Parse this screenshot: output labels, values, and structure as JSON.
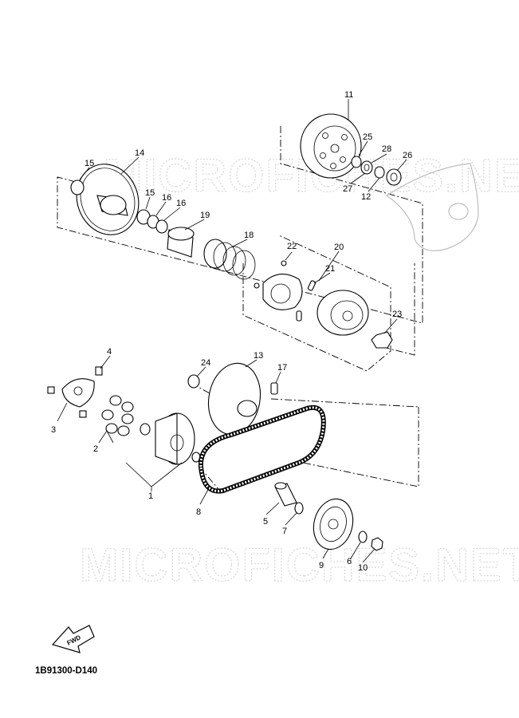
{
  "watermark": "MICROFICHES.NET",
  "diagram_code": "1B91300-D140",
  "fwd_label": "FWD",
  "callouts": {
    "p1": "1",
    "p2": "2",
    "p3": "3",
    "p4": "4",
    "p5": "5",
    "p6": "6",
    "p7": "7",
    "p8": "8",
    "p9": "9",
    "p10": "10",
    "p11": "11",
    "p12": "12",
    "p13": "13",
    "p14": "14",
    "p15a": "15",
    "p15b": "15",
    "p16a": "16",
    "p16b": "16",
    "p17": "17",
    "p18": "18",
    "p19": "19",
    "p20": "20",
    "p21": "21",
    "p22": "22",
    "p23": "23",
    "p24": "24",
    "p25": "25",
    "p26": "26",
    "p27": "27",
    "p28": "28"
  }
}
